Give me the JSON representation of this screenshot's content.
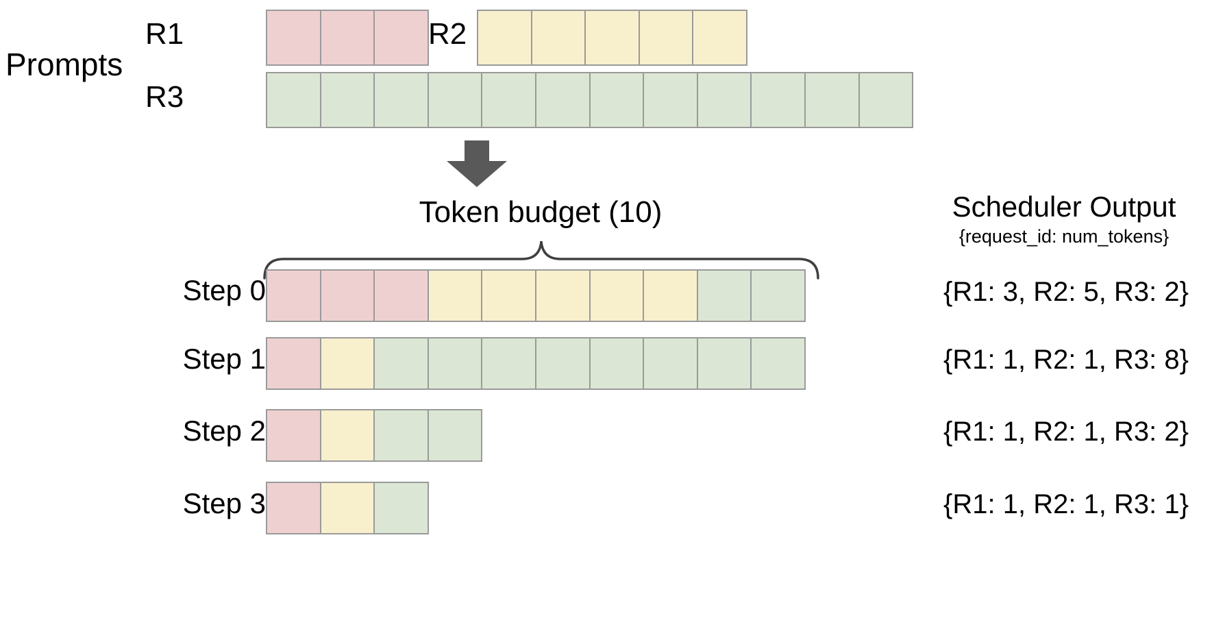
{
  "diagram": {
    "title_prompts": "Prompts",
    "token_budget_label": "Token budget (10)",
    "arrow_icon": "down-arrow-icon",
    "brace_icon": "curly-brace-icon"
  },
  "prompts": {
    "rows": [
      {
        "id": "R1",
        "label": "R1",
        "tokens": 3,
        "color_key": "pink"
      },
      {
        "id": "R2",
        "label": "R2",
        "tokens": 5,
        "color_key": "yellow"
      },
      {
        "id": "R3",
        "label": "R3",
        "tokens": 12,
        "color_key": "green"
      }
    ]
  },
  "schedule": {
    "budget": 10,
    "steps": [
      {
        "label": "Step 0",
        "segments": [
          {
            "req": "R1",
            "count": 3,
            "color_key": "pink"
          },
          {
            "req": "R2",
            "count": 5,
            "color_key": "yellow"
          },
          {
            "req": "R3",
            "count": 2,
            "color_key": "green"
          }
        ]
      },
      {
        "label": "Step 1",
        "segments": [
          {
            "req": "R1",
            "count": 1,
            "color_key": "pink"
          },
          {
            "req": "R2",
            "count": 1,
            "color_key": "yellow"
          },
          {
            "req": "R3",
            "count": 8,
            "color_key": "green"
          }
        ]
      },
      {
        "label": "Step 2",
        "segments": [
          {
            "req": "R1",
            "count": 1,
            "color_key": "pink"
          },
          {
            "req": "R2",
            "count": 1,
            "color_key": "yellow"
          },
          {
            "req": "R3",
            "count": 2,
            "color_key": "green"
          }
        ]
      },
      {
        "label": "Step 3",
        "segments": [
          {
            "req": "R1",
            "count": 1,
            "color_key": "pink"
          },
          {
            "req": "R2",
            "count": 1,
            "color_key": "yellow"
          },
          {
            "req": "R3",
            "count": 1,
            "color_key": "green"
          }
        ]
      }
    ]
  },
  "scheduler_output": {
    "title": "Scheduler Output",
    "subtitle": "{request_id: num_tokens}",
    "rows": [
      "{R1: 3, R2: 5, R3: 2}",
      "{R1: 1, R2: 1, R3: 8}",
      "{R1: 1, R2: 1, R3: 2}",
      "{R1: 1, R2: 1, R3: 1}"
    ]
  },
  "colors": {
    "pink": "#efd0d1",
    "yellow": "#f8efcd",
    "green": "#dbe7d4",
    "cell_border": "#9a9a9a",
    "arrow": "#595959",
    "brace": "#404040",
    "text": "#000000",
    "background": "#ffffff"
  }
}
